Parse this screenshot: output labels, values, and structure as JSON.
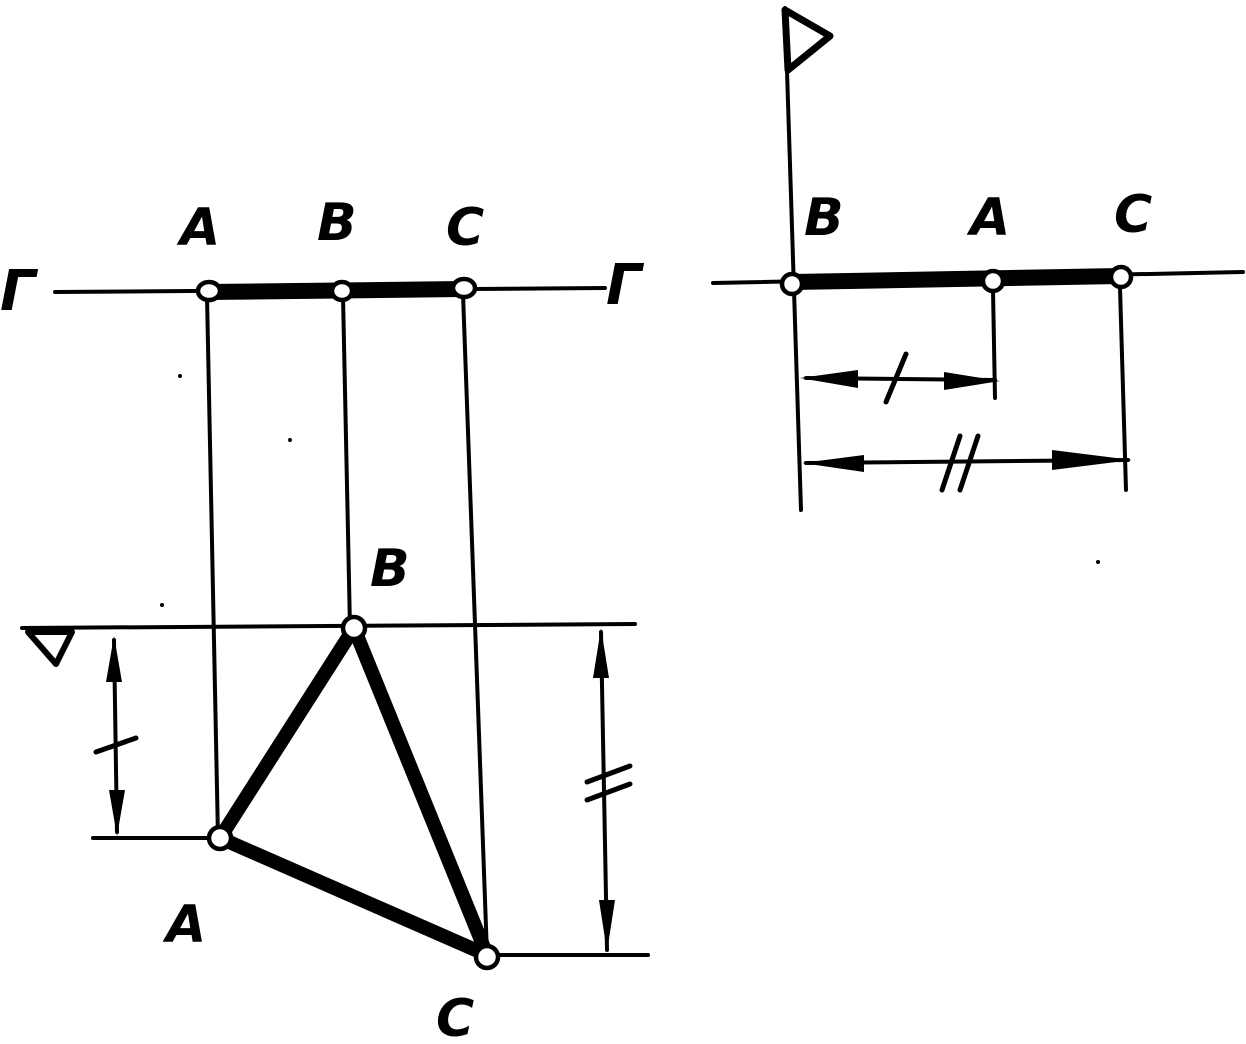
{
  "left_view": {
    "plane_label_left": "Г",
    "plane_label_right": "Г",
    "horizontal_points": [
      "A",
      "B",
      "C"
    ],
    "triangle_points": {
      "top": "B",
      "left": "A",
      "bottom": "C"
    }
  },
  "right_view": {
    "points": [
      "B",
      "A",
      "C"
    ]
  }
}
